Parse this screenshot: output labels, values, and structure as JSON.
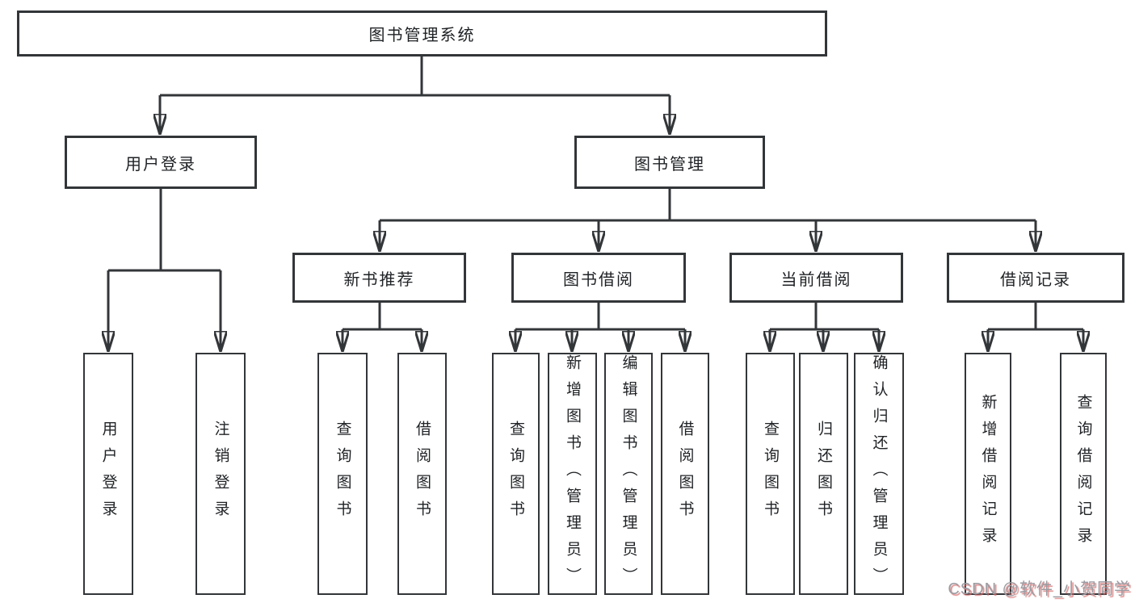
{
  "tree": {
    "root": {
      "label": "图书管理系统"
    },
    "branches": [
      {
        "label": "用户登录",
        "children": [
          {
            "label": "用户登录"
          },
          {
            "label": "注销登录"
          }
        ]
      },
      {
        "label": "图书管理",
        "children": [
          {
            "label": "新书推荐",
            "children": [
              {
                "label": "查询图书"
              },
              {
                "label": "借阅图书"
              }
            ]
          },
          {
            "label": "图书借阅",
            "children": [
              {
                "label": "查询图书"
              },
              {
                "label": "新增图书（管理员）"
              },
              {
                "label": "编辑图书（管理员）"
              },
              {
                "label": "借阅图书"
              }
            ]
          },
          {
            "label": "当前借阅",
            "children": [
              {
                "label": "查询图书"
              },
              {
                "label": "归还图书"
              },
              {
                "label": "确认归还（管理员）"
              }
            ]
          },
          {
            "label": "借阅记录",
            "children": [
              {
                "label": "新增借阅记录"
              },
              {
                "label": "查询借阅记录"
              }
            ]
          }
        ]
      }
    ]
  },
  "watermark": {
    "text": "CSDN @软件_小贺同学"
  },
  "colors": {
    "background": "#ffffff",
    "line": "#333639",
    "box_border": "#333639",
    "text": "#1f2225",
    "watermark_gray": "#9b9ba1",
    "watermark_red": "#d56a6a"
  }
}
